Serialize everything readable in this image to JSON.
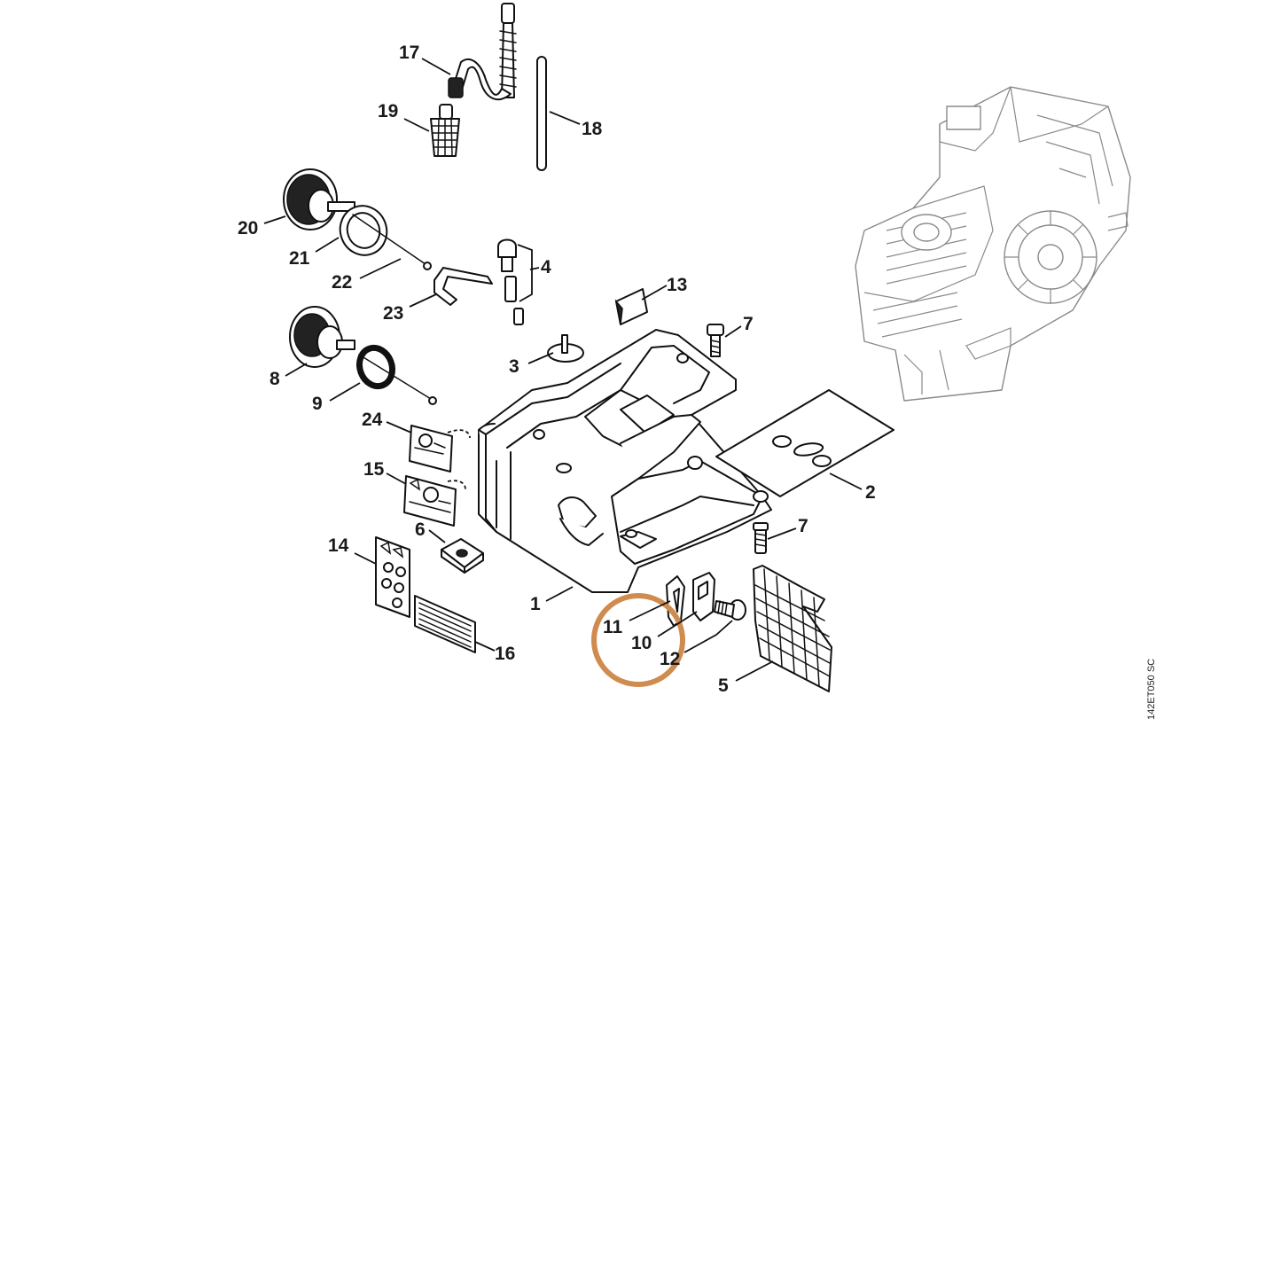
{
  "diagram": {
    "drawing_code": "142ET050 SC",
    "highlight_color": "#d08b4f",
    "callouts": [
      {
        "id": "1",
        "label": "1"
      },
      {
        "id": "2",
        "label": "2"
      },
      {
        "id": "3",
        "label": "3"
      },
      {
        "id": "4",
        "label": "4"
      },
      {
        "id": "5",
        "label": "5"
      },
      {
        "id": "6",
        "label": "6"
      },
      {
        "id": "7a",
        "label": "7"
      },
      {
        "id": "7b",
        "label": "7"
      },
      {
        "id": "8",
        "label": "8"
      },
      {
        "id": "9",
        "label": "9"
      },
      {
        "id": "10",
        "label": "10"
      },
      {
        "id": "11",
        "label": "11"
      },
      {
        "id": "12",
        "label": "12"
      },
      {
        "id": "13",
        "label": "13"
      },
      {
        "id": "14",
        "label": "14"
      },
      {
        "id": "15",
        "label": "15"
      },
      {
        "id": "16",
        "label": "16"
      },
      {
        "id": "17",
        "label": "17"
      },
      {
        "id": "18",
        "label": "18"
      },
      {
        "id": "19",
        "label": "19"
      },
      {
        "id": "20",
        "label": "20"
      },
      {
        "id": "21",
        "label": "21"
      },
      {
        "id": "22",
        "label": "22"
      },
      {
        "id": "23",
        "label": "23"
      },
      {
        "id": "24",
        "label": "24"
      }
    ]
  }
}
